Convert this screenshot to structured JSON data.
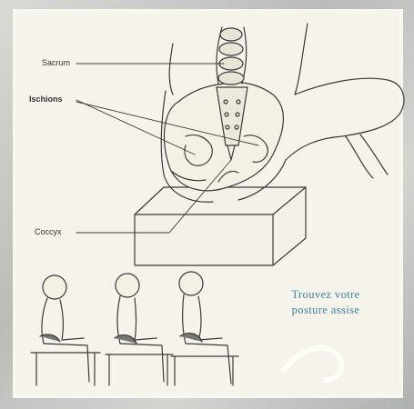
{
  "labels": {
    "sacrum": "Sacrum",
    "ischions": "Ischions",
    "coccyx": "Coccyx"
  },
  "caption": {
    "line1": "Trouvez votre",
    "line2": "posture assise"
  },
  "colors": {
    "background": "#f6f4ea",
    "caption": "#3b83a6",
    "ink": "#3a3a3a"
  }
}
